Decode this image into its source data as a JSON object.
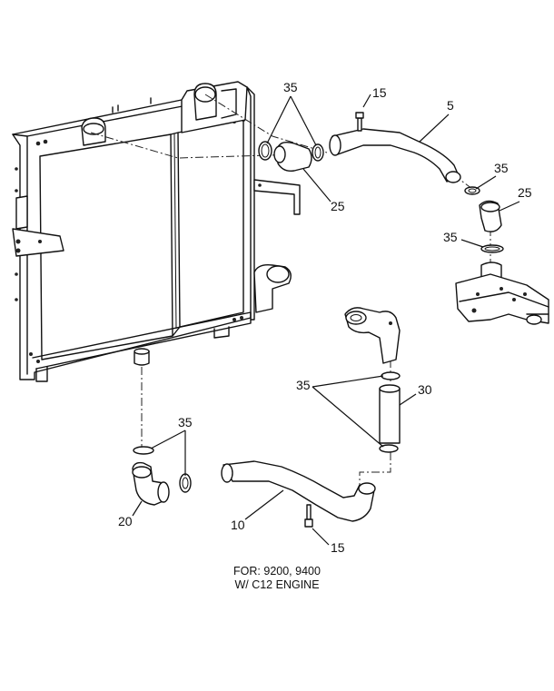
{
  "callouts": {
    "c35_top": "35",
    "c15_top": "15",
    "c5": "5",
    "c25_mid": "25",
    "c35_right": "35",
    "c25_right": "25",
    "c35_right_low": "35",
    "c35_center": "35",
    "c30": "30",
    "c35_left": "35",
    "c20": "20",
    "c10": "10",
    "c15_bottom": "15"
  },
  "note": {
    "line1": "FOR: 9200, 9400",
    "line2": "W/ C12 ENGINE"
  }
}
